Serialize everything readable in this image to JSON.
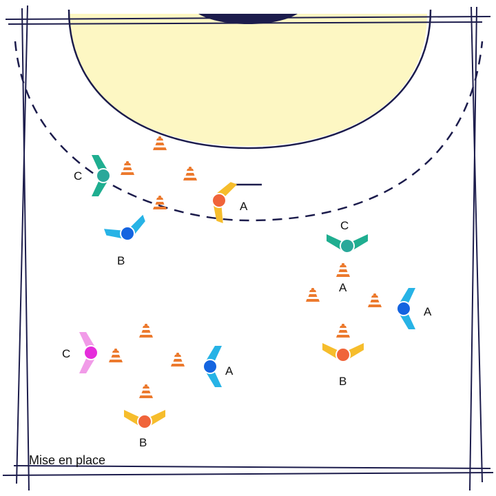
{
  "caption": "Mise en place",
  "colors": {
    "lines": "#1c1c4c",
    "goal_area": "#fdf7c3",
    "cone": "#ec7a2e",
    "teal_player": "#1fae90",
    "blue_player": "#27b3e6",
    "yellow_player": "#f6bd2c",
    "pink_player": "#f19be8",
    "head_orange": "#f0643a",
    "head_blue": "#1464e0",
    "head_teal": "#2aa89a",
    "head_magenta": "#e52ddb"
  },
  "players": [
    {
      "label": "C",
      "color": "teal"
    },
    {
      "label": "B",
      "color": "blue"
    },
    {
      "label": "A",
      "color": "yellow"
    },
    {
      "label": "C",
      "color": "teal"
    },
    {
      "label": "A",
      "color": "blue"
    },
    {
      "label": "B",
      "color": "yellow"
    },
    {
      "label": "A",
      "color": "none"
    },
    {
      "label": "C",
      "color": "pink"
    },
    {
      "label": "A",
      "color": "blue"
    },
    {
      "label": "B",
      "color": "yellow"
    }
  ]
}
